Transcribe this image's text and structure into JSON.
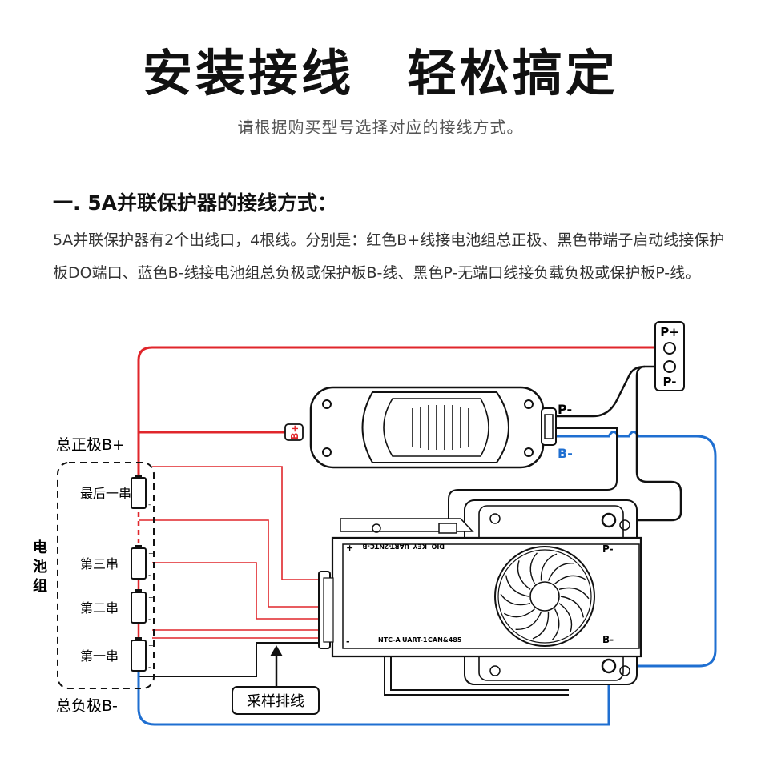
{
  "header": {
    "title": "安装接线　轻松搞定",
    "subtitle": "请根据购买型号选择对应的接线方式。"
  },
  "section": {
    "title": "一. 5A并联保护器的接线方式：",
    "description": "5A并联保护器有2个出线口，4根线。分别是：红色B+线接电池组总正极、黑色带端子启动线接保护板DO端口、蓝色B-线接电池组总负极或保护板B-线、黑色P-无端口线接负载负极或保护板P-线。"
  },
  "diagram": {
    "battery_pack_label": "电池组",
    "total_positive": "总正极B+",
    "total_negative": "总负极B-",
    "cells": [
      "最后一串",
      "第三串",
      "第二串",
      "第一串"
    ],
    "sampling_label": "采样排线",
    "terminal_p_plus": "P+",
    "terminal_p_minus": "P-",
    "protector_b_plus": "B+",
    "protector_p_minus": "P-",
    "protector_b_minus": "B-",
    "bms_p_minus": "P-",
    "bms_b_minus": "B-",
    "bms_ports": [
      "DIO",
      "KEY",
      "UART-2",
      "NTC-B"
    ],
    "bms_ports_bottom": [
      "NTC-A",
      "UART-1",
      "CAN&485"
    ],
    "bms_plus": "+",
    "bms_minus": "-",
    "cell_plus": "+",
    "cell_minus": "-",
    "colors": {
      "red": "#e0262b",
      "blue": "#1f6fd1",
      "black": "#111111"
    }
  }
}
